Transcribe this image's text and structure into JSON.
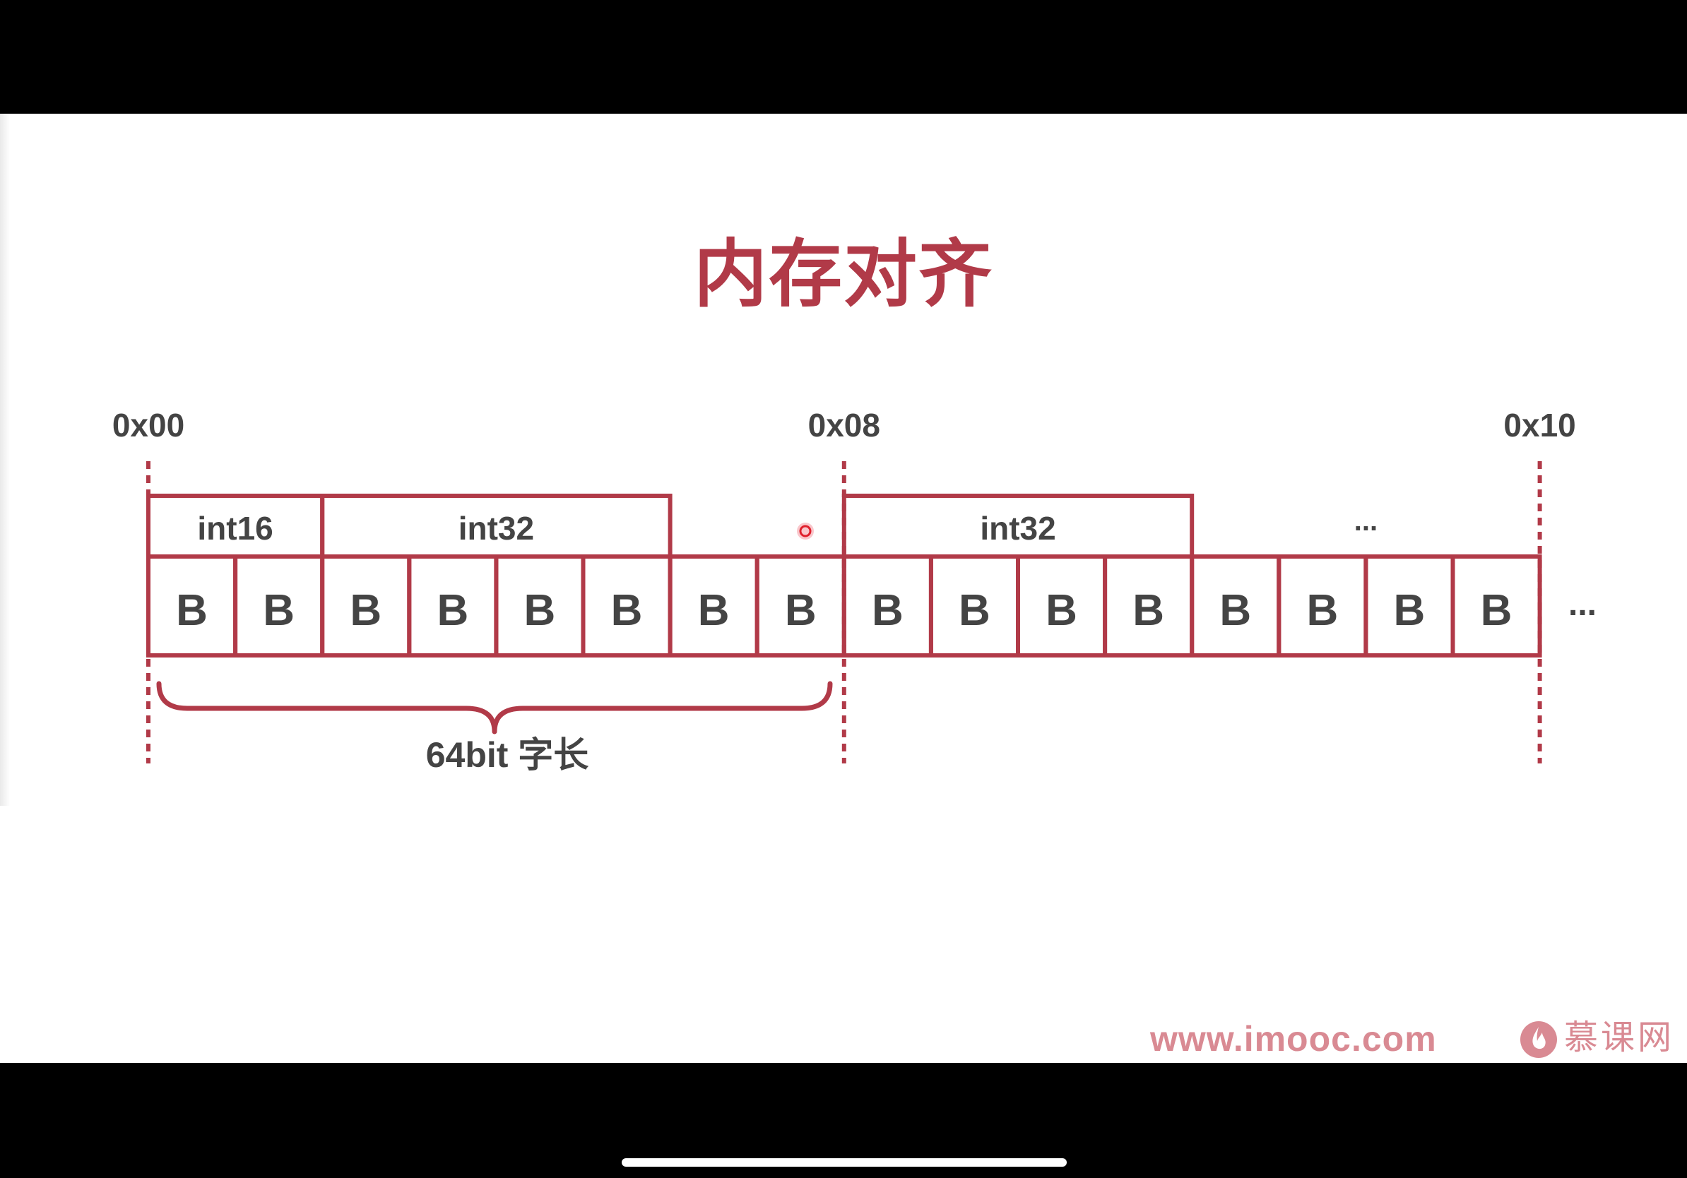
{
  "title": "内存对齐",
  "colors": {
    "accent": "#b13a48",
    "text": "#444444",
    "slide_background": "#ffffff",
    "frame": "#000000",
    "watermark": "#d98a93"
  },
  "addresses": [
    "0x00",
    "0x08",
    "0x10"
  ],
  "fields": [
    {
      "label": "int16",
      "bytes": 2
    },
    {
      "label": "int32",
      "bytes": 4
    },
    {
      "label": "int32",
      "bytes": 4
    },
    {
      "label": "...",
      "bytes": 4
    }
  ],
  "byte_label": "B",
  "byte_count": 16,
  "row_ellipsis": "...",
  "brace_label": "64bit 字长",
  "watermark": {
    "url": "www.imooc.com",
    "brand": "慕课网"
  },
  "icons": {
    "pointer": "laser-pointer-icon",
    "logo": "imooc-flame-icon"
  }
}
